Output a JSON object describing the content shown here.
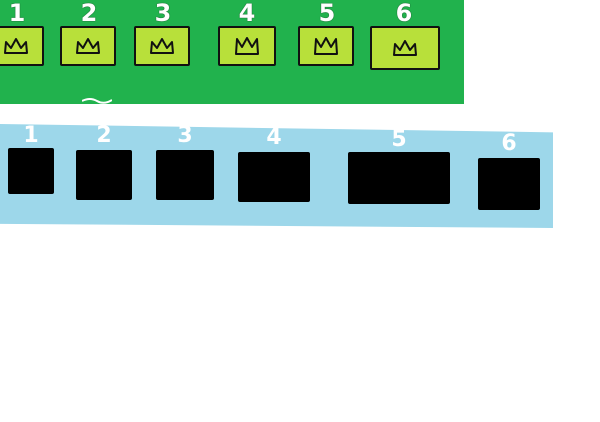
{
  "top_row": {
    "slots": [
      {
        "number": "1",
        "icon": "crown-icon",
        "color": "#b8e03a"
      },
      {
        "number": "2",
        "icon": "crown-icon",
        "color": "#b8e03a"
      },
      {
        "number": "3",
        "icon": "crown-icon",
        "color": "#b8e03a"
      },
      {
        "number": "4",
        "icon": "crown-icon",
        "color": "#b8e03a"
      },
      {
        "number": "5",
        "icon": "crown-icon",
        "color": "#b8e03a"
      },
      {
        "number": "6",
        "icon": "crown-icon",
        "color": "#b8e03a"
      }
    ],
    "panel_color": "#21b24d"
  },
  "bottom_row": {
    "slots": [
      {
        "number": "1"
      },
      {
        "number": "2"
      },
      {
        "number": "3"
      },
      {
        "number": "4"
      },
      {
        "number": "5"
      },
      {
        "number": "6"
      }
    ],
    "strip_color": "#9dd7ea",
    "box_color": "#000000"
  }
}
